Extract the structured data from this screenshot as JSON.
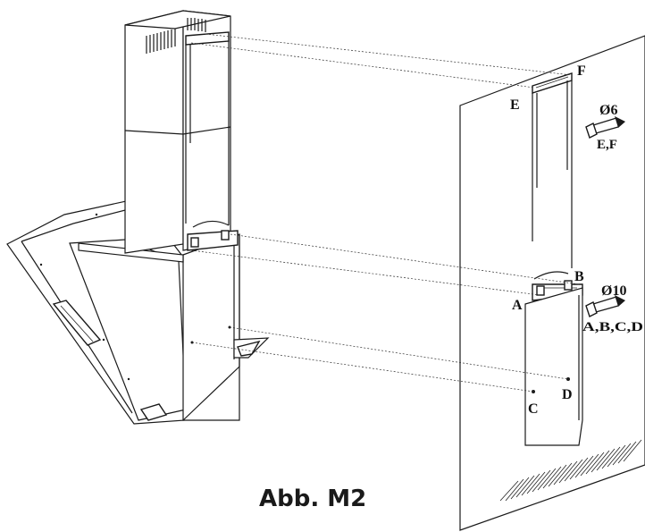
{
  "figure": {
    "caption": "Abb. M2"
  },
  "points": {
    "A": "A",
    "B": "B",
    "C": "C",
    "D": "D",
    "E": "E",
    "F": "F"
  },
  "fixings": {
    "upper": {
      "diameter": "Ø6",
      "points": "E,F",
      "icon": "wall-plug-icon"
    },
    "lower": {
      "diameter": "Ø10",
      "points": "A,B,C,D",
      "icon": "wall-plug-icon"
    }
  }
}
